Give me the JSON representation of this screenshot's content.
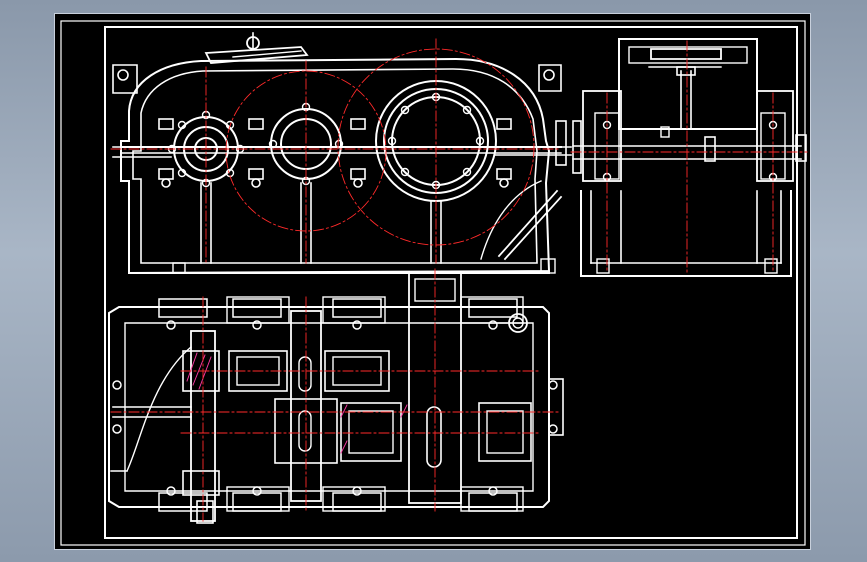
{
  "drawing": {
    "background_color": "#000000",
    "outline_color": "#ffffff",
    "centerline_color": "#ff2a2a",
    "accent_color": "#ff3aa6"
  },
  "views": [
    {
      "name": "front-elevation",
      "icon": "gear-train-front-view"
    },
    {
      "name": "plan-section",
      "icon": "gear-train-plan-section"
    },
    {
      "name": "side-view",
      "icon": "gearbox-side-view"
    }
  ]
}
